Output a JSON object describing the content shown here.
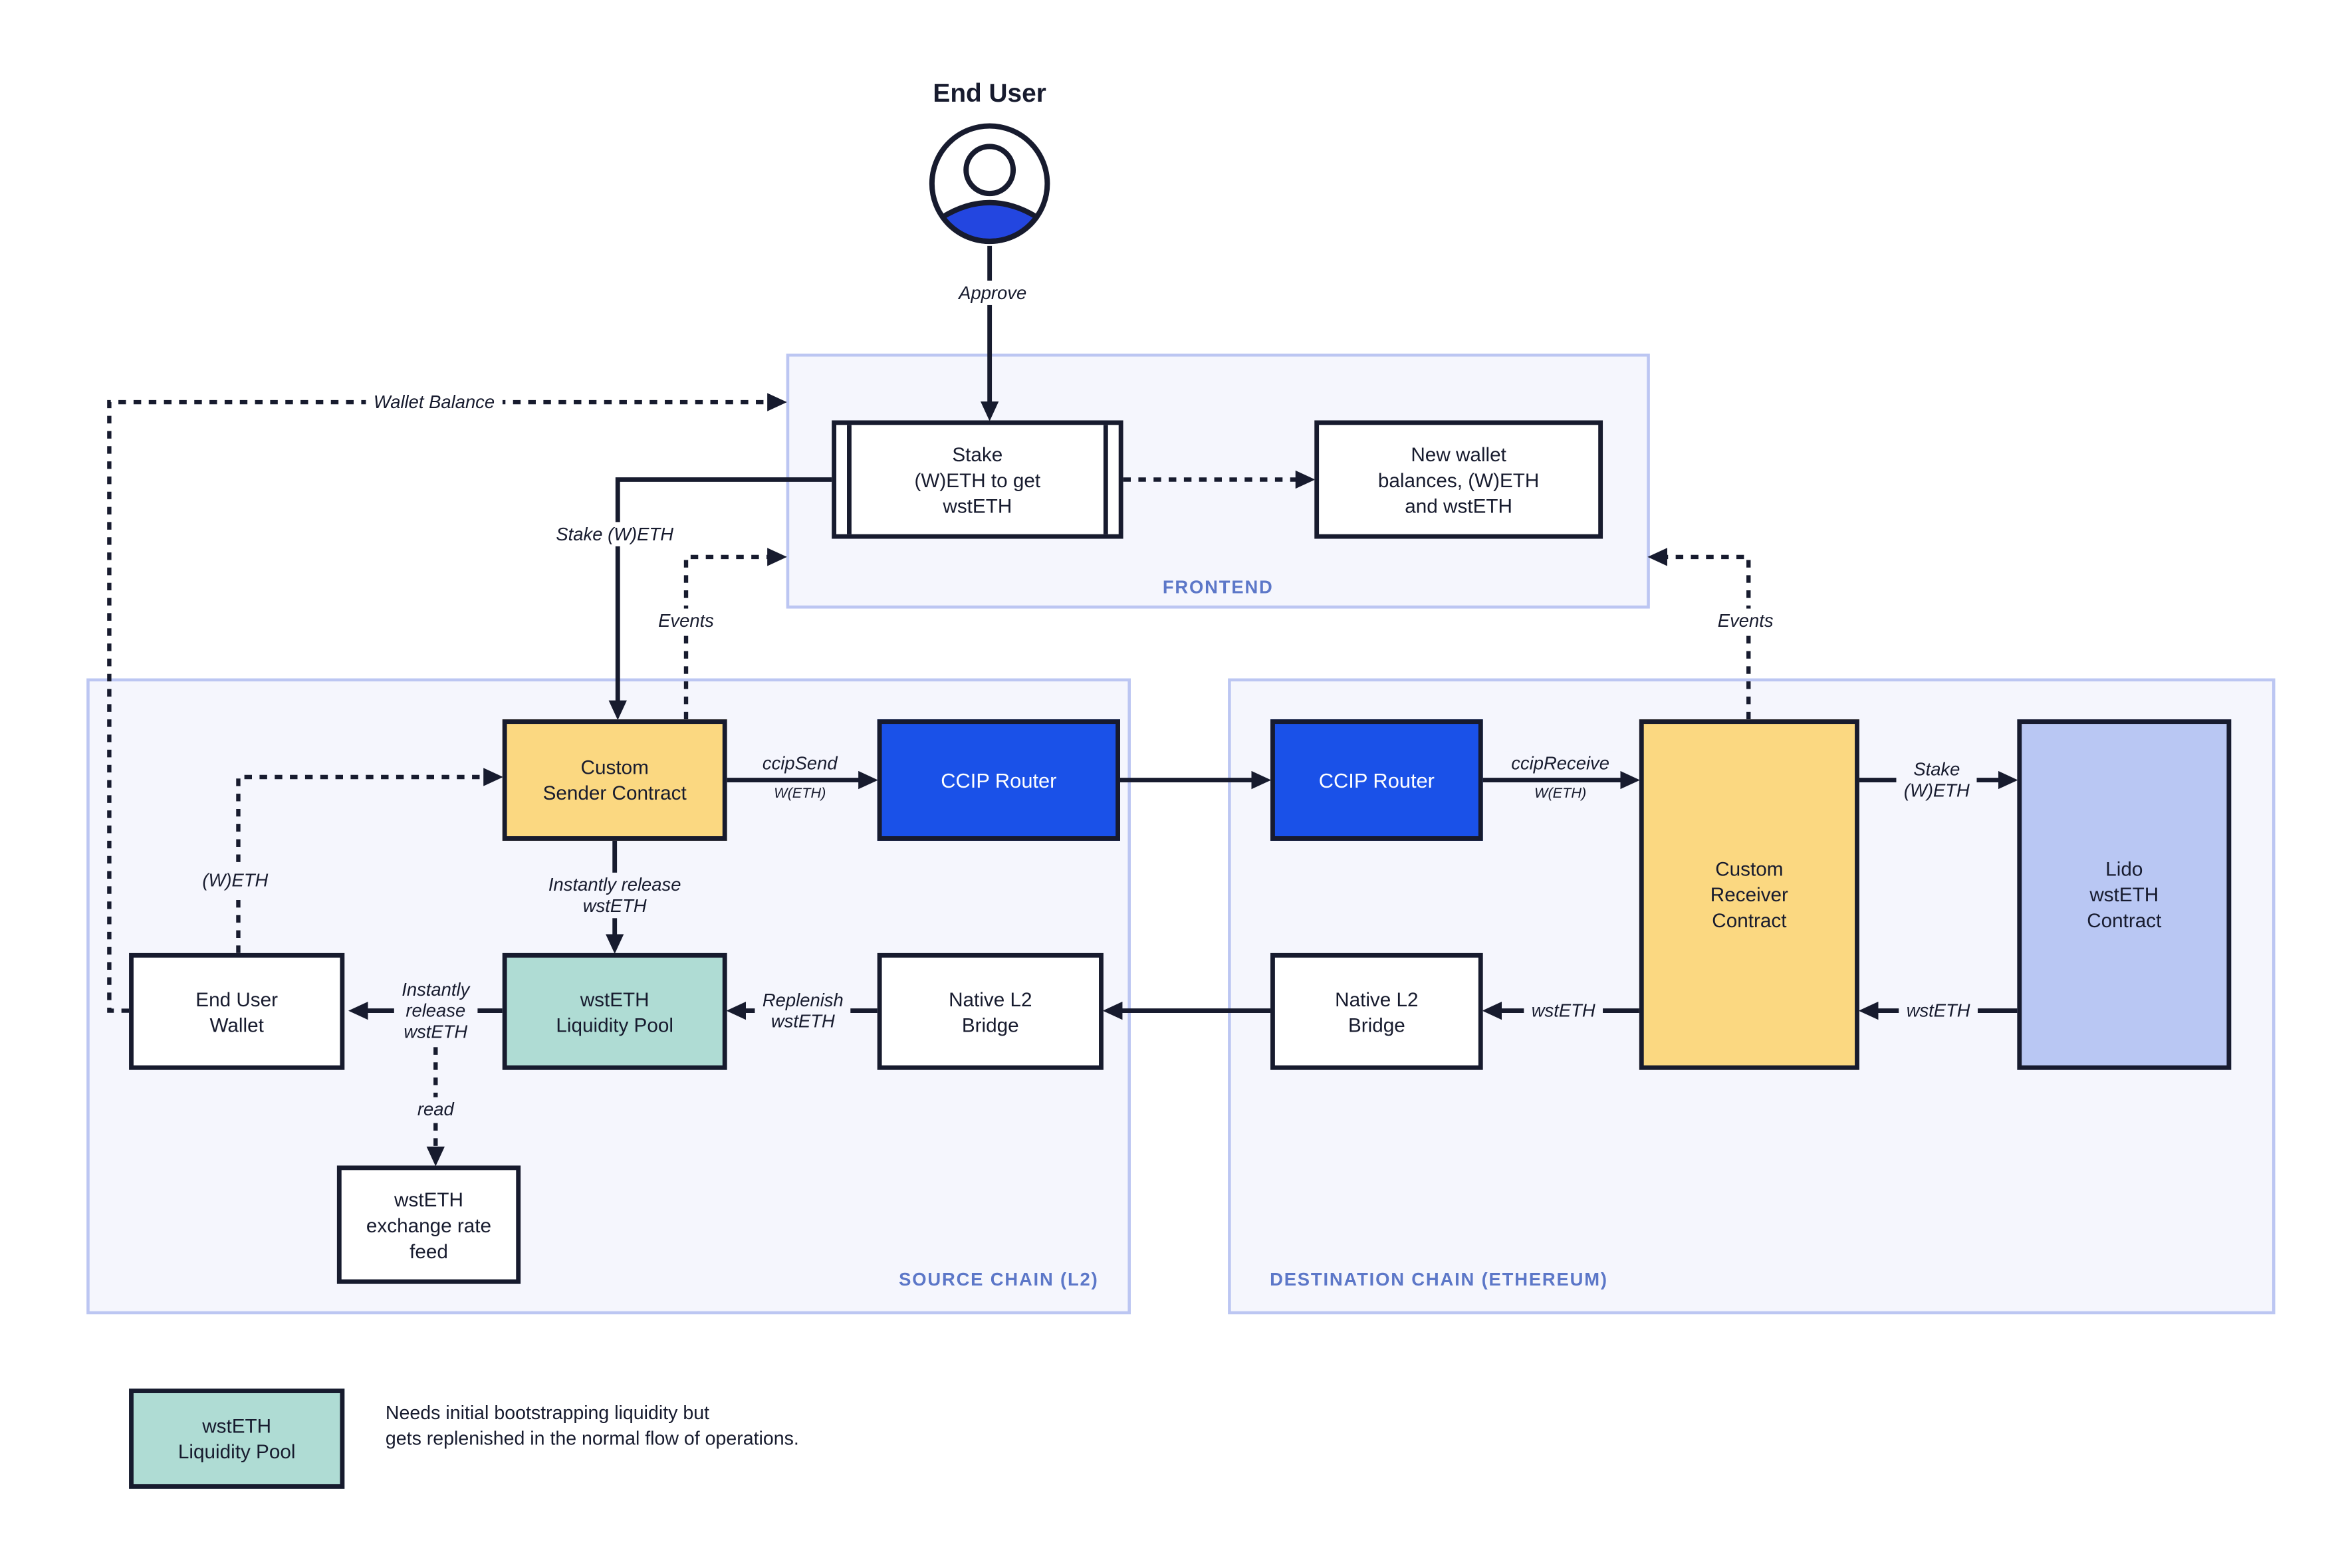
{
  "end_user": {
    "title": "End User",
    "approve": "Approve"
  },
  "frontend": {
    "label": "FRONTEND",
    "stake_box": "Stake\n(W)ETH to get\nwstETH",
    "new_wallet_box": "New wallet\nbalances, (W)ETH\nand wstETH"
  },
  "source_chain": {
    "label": "SOURCE CHAIN (L2)",
    "sender": "Custom\nSender Contract",
    "router": "CCIP Router",
    "pool": "wstETH\nLiquidity Pool",
    "bridge": "Native L2\nBridge",
    "wallet": "End User\nWallet",
    "feed": "wstETH\nexchange rate\nfeed"
  },
  "destination_chain": {
    "label": "DESTINATION CHAIN (ETHEREUM)",
    "router": "CCIP Router",
    "receiver": "Custom\nReceiver\nContract",
    "bridge": "Native L2\nBridge",
    "lido": "Lido\nwstETH\nContract"
  },
  "edges": {
    "wallet_balance": "Wallet Balance",
    "stake_weth": "Stake (W)ETH",
    "events_left": "Events",
    "events_right": "Events",
    "weth": "(W)ETH",
    "ccip_send": "ccipSend",
    "ccip_send_asset": "W(ETH)",
    "ccip_receive": "ccipReceive",
    "ccip_receive_asset": "W(ETH)",
    "stake_weth_right": "Stake\n(W)ETH",
    "wsteth_to_receiver": "wstETH",
    "wsteth_to_bridge": "wstETH",
    "replenish": "Replenish\nwstETH",
    "instantly_release_v": "Instantly release\nwstETH",
    "instantly_release_h": "Instantly\nrelease\nwstETH",
    "read": "read"
  },
  "legend": {
    "box": "wstETH\nLiquidity Pool",
    "note": "Needs initial bootstrapping liquidity but\ngets replenished in the normal flow of operations."
  },
  "colors": {
    "ink": "#171B2E",
    "contract_yellow": "#FBD881",
    "router_blue": "#1A51E8",
    "pool_teal": "#AFDCD4",
    "lido_lavender": "#B9C7F3",
    "container_bg": "#F5F6FD",
    "container_border": "#BCC6F2",
    "zone_label_blue": "#5C77C8",
    "avatar_blue": "#2346E0"
  }
}
